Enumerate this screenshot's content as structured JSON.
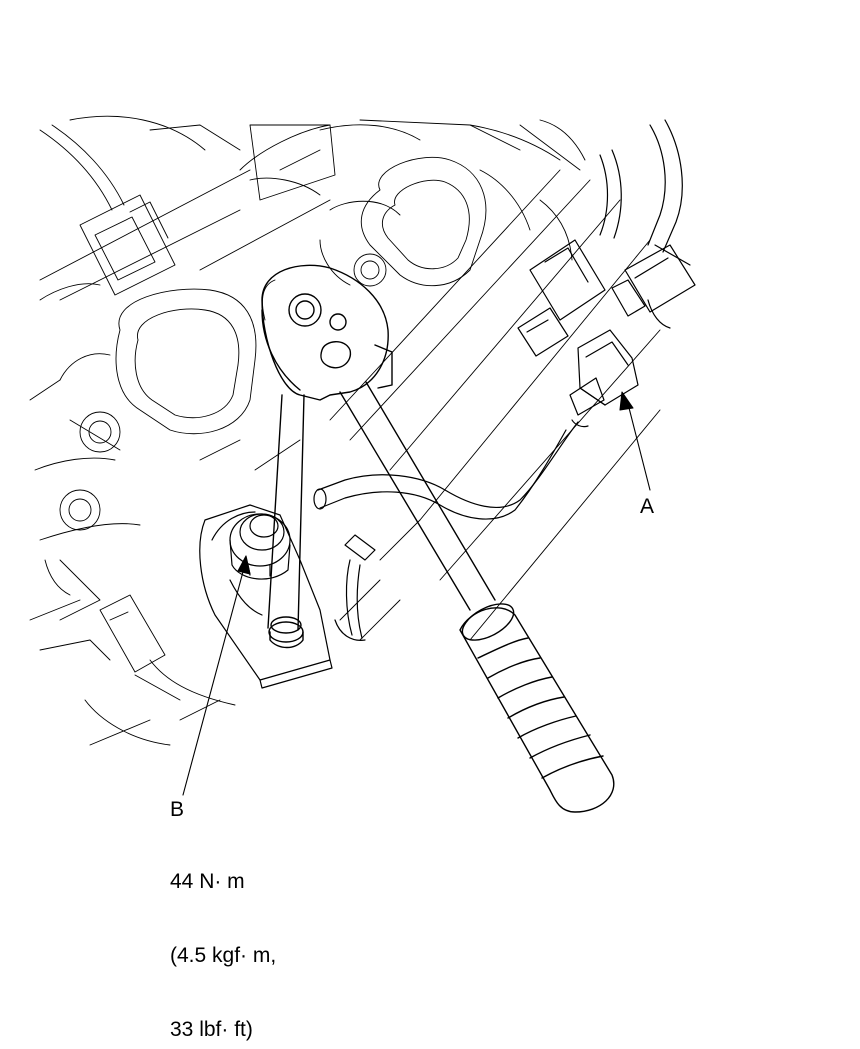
{
  "callouts": {
    "a": {
      "label": "A"
    },
    "b": {
      "label": "B",
      "torque_lines": [
        "44 N· m",
        "(4.5 kgf· m,",
        "33 lbf· ft)"
      ]
    }
  }
}
